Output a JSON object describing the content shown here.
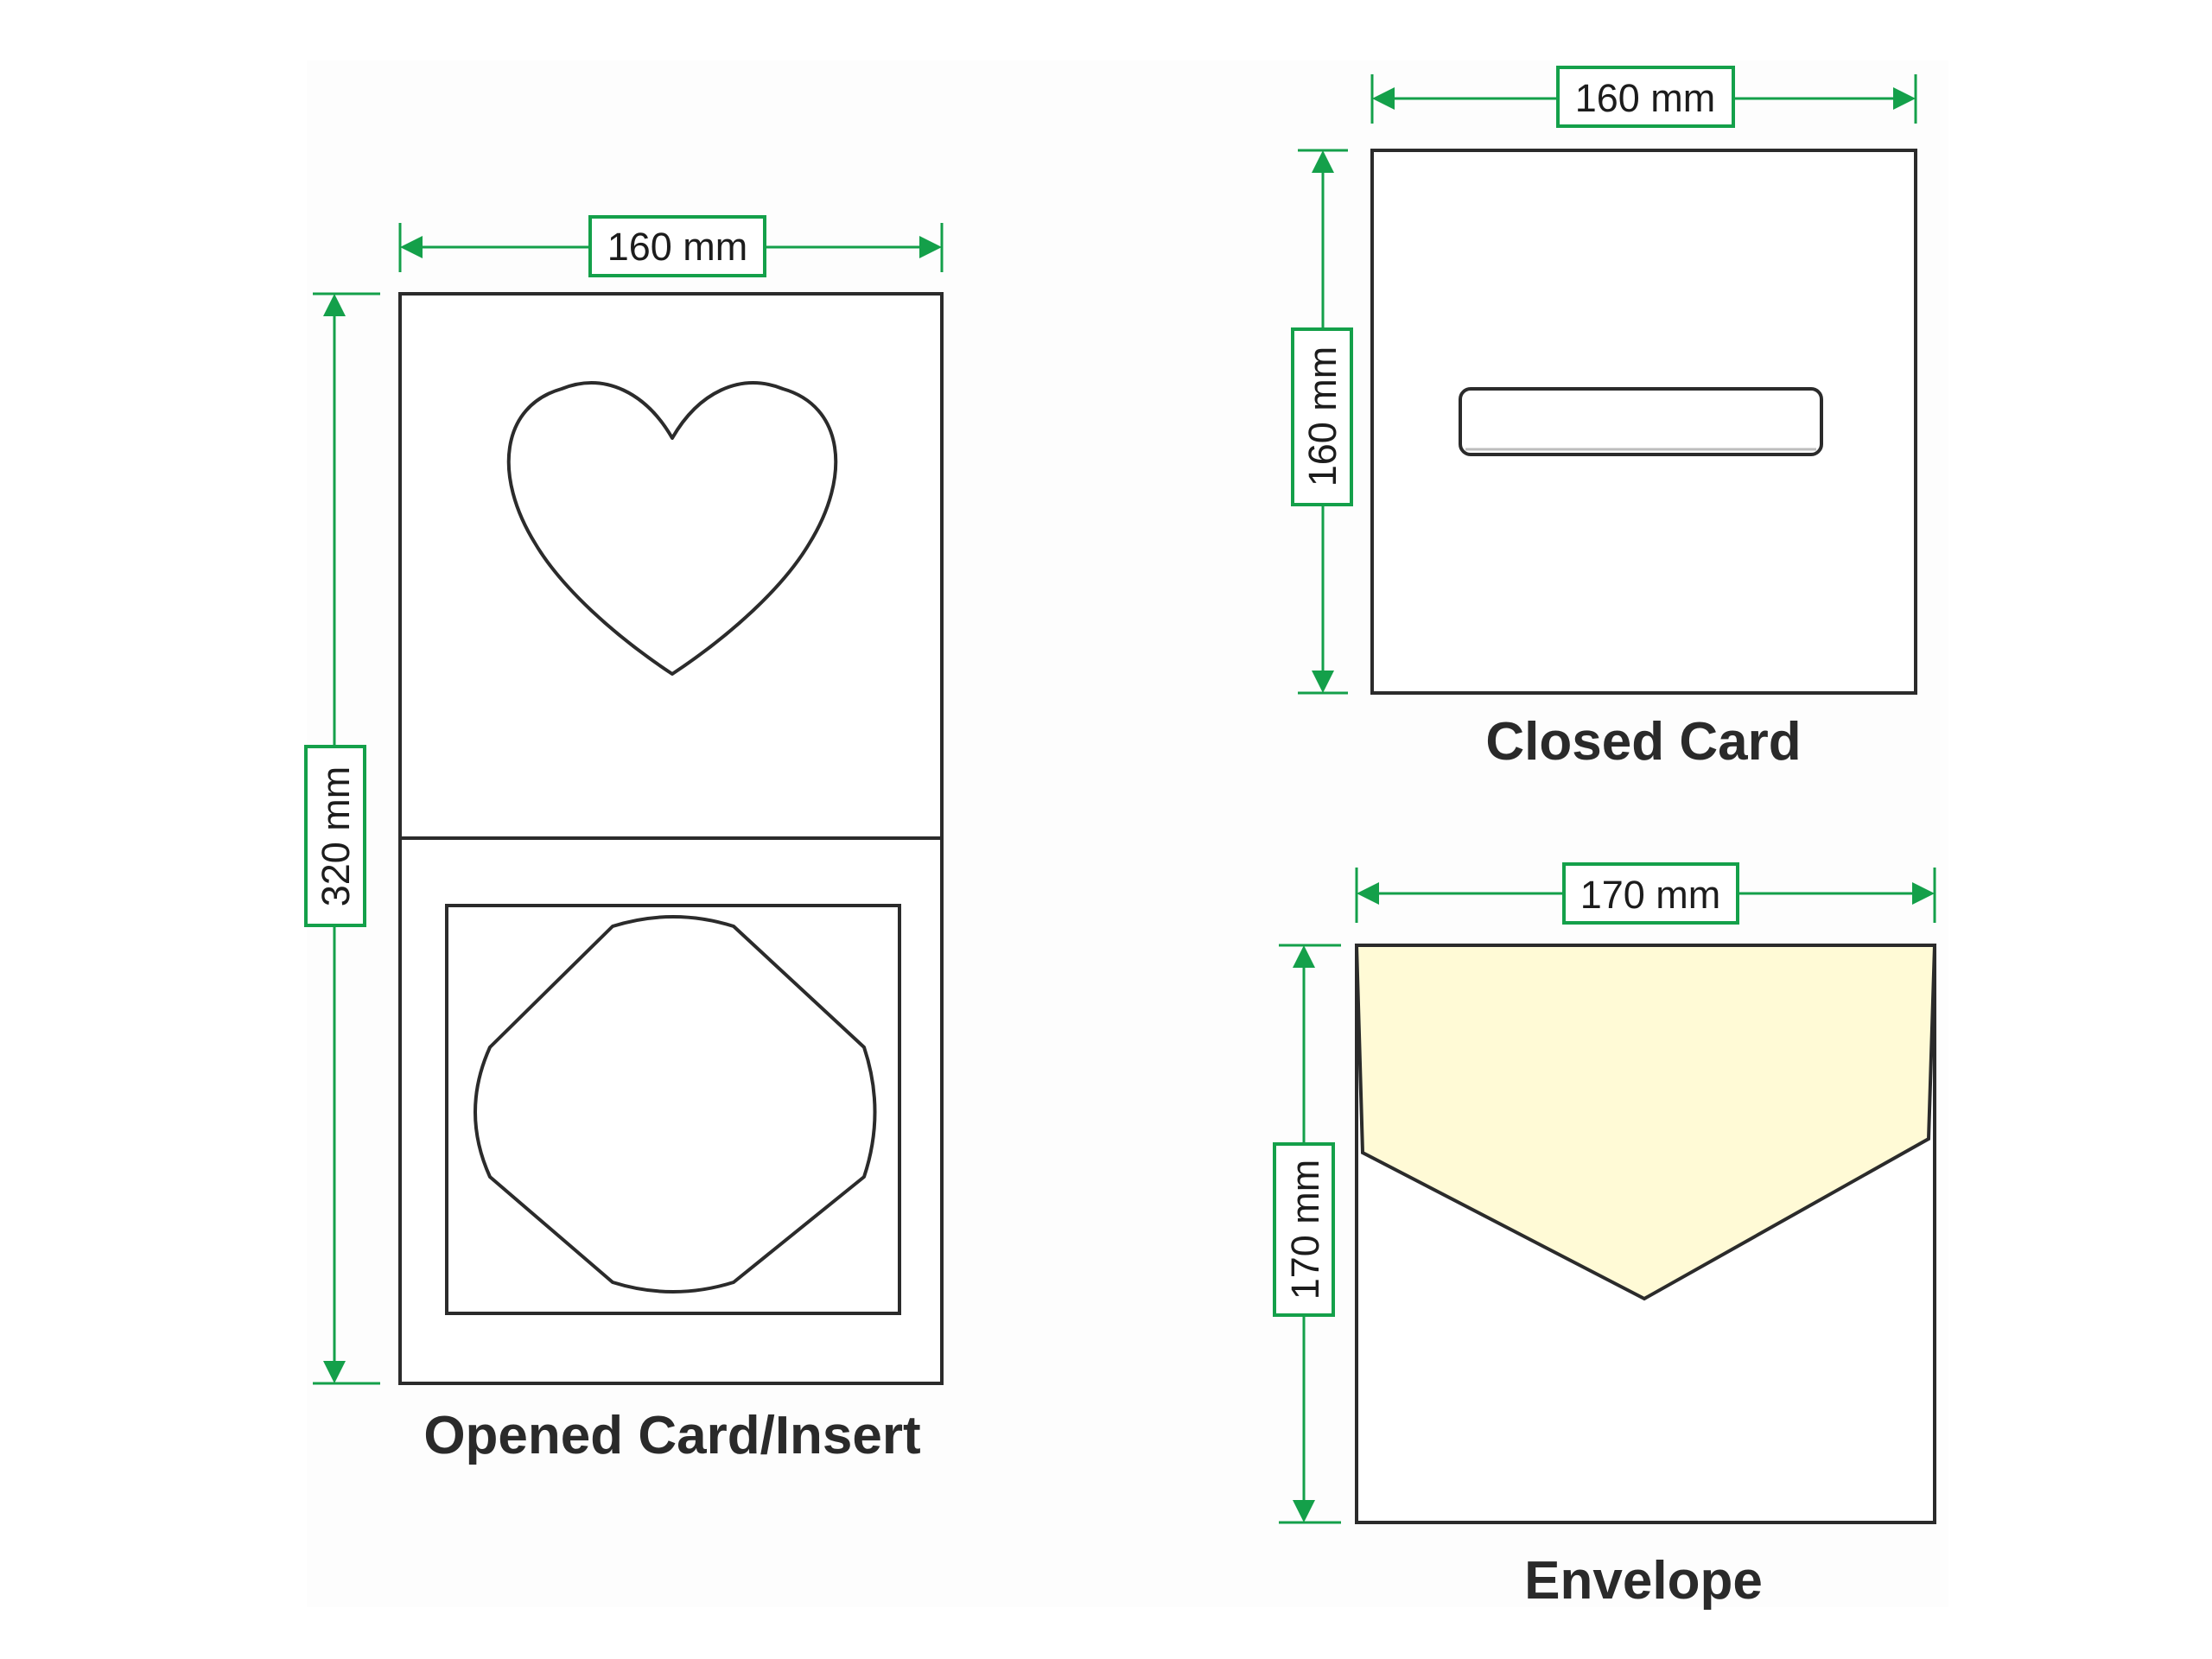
{
  "colors": {
    "dimension": "#14a04a",
    "outline": "#2b2b2b",
    "flap_fill": "#fffad6",
    "background": "#fdfdfd"
  },
  "opened_card": {
    "caption": "Opened Card/Insert",
    "width_label": "160 mm",
    "height_label": "320 mm",
    "front_shape": "heart",
    "insert_shape": "rounded-diamond"
  },
  "closed_card": {
    "caption": "Closed Card",
    "width_label": "160 mm",
    "height_label": "160 mm",
    "feature": "slot"
  },
  "envelope": {
    "caption": "Envelope",
    "width_label": "170 mm",
    "height_label": "170 mm",
    "flap": "pointed"
  }
}
